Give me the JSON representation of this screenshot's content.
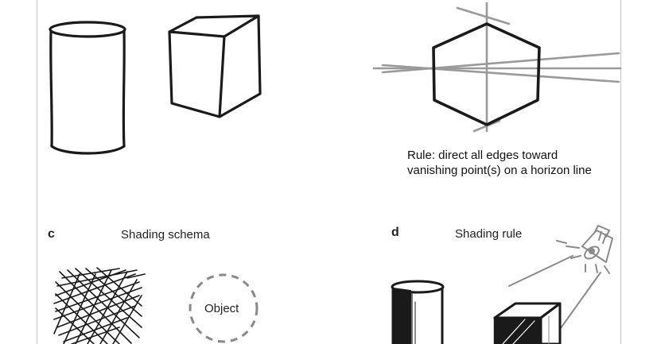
{
  "panels": {
    "b": {
      "rule_line1": "Rule: direct all edges toward",
      "rule_line2": "vanishing point(s) on a horizon line"
    },
    "c": {
      "letter": "c",
      "title": "Shading schema",
      "object_label": "Object"
    },
    "d": {
      "letter": "d",
      "title": "Shading rule"
    }
  },
  "colors": {
    "ink": "#1a1a1a",
    "guide": "#9a9a9a",
    "border": "#c8c8c8",
    "dashed_circle": "#888888"
  },
  "icons": {
    "cylinder": "cylinder-sketch",
    "cube": "cube-sketch",
    "perspective_cube": "perspective-cube-sketch",
    "hatch": "crosshatch-sketch",
    "lamp": "lamp-icon",
    "shaded_cylinder": "shaded-cylinder-sketch",
    "shaded_cube": "shaded-cube-sketch"
  }
}
